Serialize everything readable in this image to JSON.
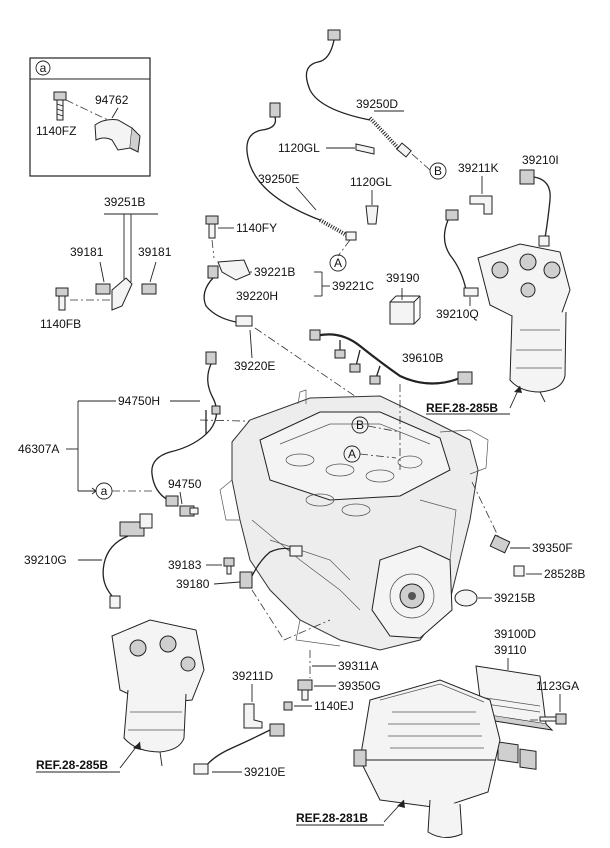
{
  "inset": {
    "marker": "a",
    "parts": [
      "94762",
      "1140FZ"
    ]
  },
  "callouts": {
    "a": "a",
    "b": "B",
    "a_upper": "A"
  },
  "labels": {
    "p39250D": "39250D",
    "p1120GL_a": "1120GL",
    "p39211K": "39211K",
    "p39210I": "39210I",
    "p39250E": "39250E",
    "p1120GL_b": "1120GL",
    "p39251B": "39251B",
    "p1140FY": "1140FY",
    "p39181_a": "39181",
    "p39181_b": "39181",
    "p39221B": "39221B",
    "p39190": "39190",
    "p39221C": "39221C",
    "p39220H": "39220H",
    "p39210Q": "39210Q",
    "p1140FB": "1140FB",
    "p39220E": "39220E",
    "p39610B": "39610B",
    "p94750H": "94750H",
    "p46307A": "46307A",
    "p94750": "94750",
    "p39210G": "39210G",
    "p39350F": "39350F",
    "p39183": "39183",
    "p28528B": "28528B",
    "p39180": "39180",
    "p39215B": "39215B",
    "p39100D": "39100D",
    "p39110": "39110",
    "p39211D": "39211D",
    "p39311A": "39311A",
    "p1123GA": "1123GA",
    "p39350G": "39350G",
    "p1140EJ": "1140EJ",
    "p39210E": "39210E"
  },
  "references": {
    "ref_upper": "REF.28-285B",
    "ref_lower": "REF.28-285B",
    "ref_bottom": "REF.28-281B"
  }
}
